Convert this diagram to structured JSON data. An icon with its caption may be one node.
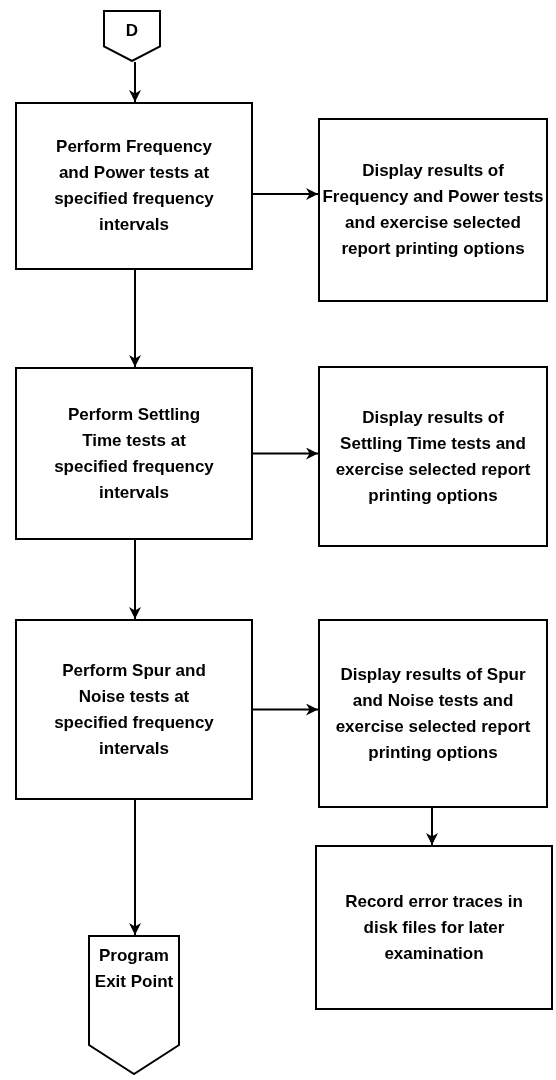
{
  "diagram": {
    "nodes": [
      {
        "text": [
          "D"
        ]
      },
      {
        "text": [
          "Perform Frequency and Power tests at specified frequency intervals"
        ]
      },
      {
        "text": [
          "Display results of Frequency and Power tests and exercise selected report printing options"
        ]
      },
      {
        "text": [
          "Perform Settling Time tests at specified frequency intervals"
        ]
      },
      {
        "text": [
          "Display results of Settling Time tests and exercise selected report printing options"
        ]
      },
      {
        "text": [
          "Perform Spur and Noise tests at specified frequency intervals"
        ]
      },
      {
        "text": [
          "Display results of Spur and Noise tests and exercise selected report printing options"
        ]
      },
      {
        "text": [
          "Record error traces in disk files for later examination"
        ]
      },
      {
        "text": [
          "Program Exit Point"
        ]
      }
    ],
    "edges": [
      {
        "from": 0,
        "to": 1,
        "arrow": "to"
      },
      {
        "from": 1,
        "to": 2,
        "arrow": "to"
      },
      {
        "from": 1,
        "to": 3,
        "arrow": "to"
      },
      {
        "from": 3,
        "to": 4,
        "arrow": "to"
      },
      {
        "from": 3,
        "to": 5,
        "arrow": "to"
      },
      {
        "from": 5,
        "to": 6,
        "arrow": "to"
      },
      {
        "from": 6,
        "to": 7,
        "arrow": "to"
      },
      {
        "from": 5,
        "to": 8,
        "arrow": "to"
      }
    ]
  }
}
